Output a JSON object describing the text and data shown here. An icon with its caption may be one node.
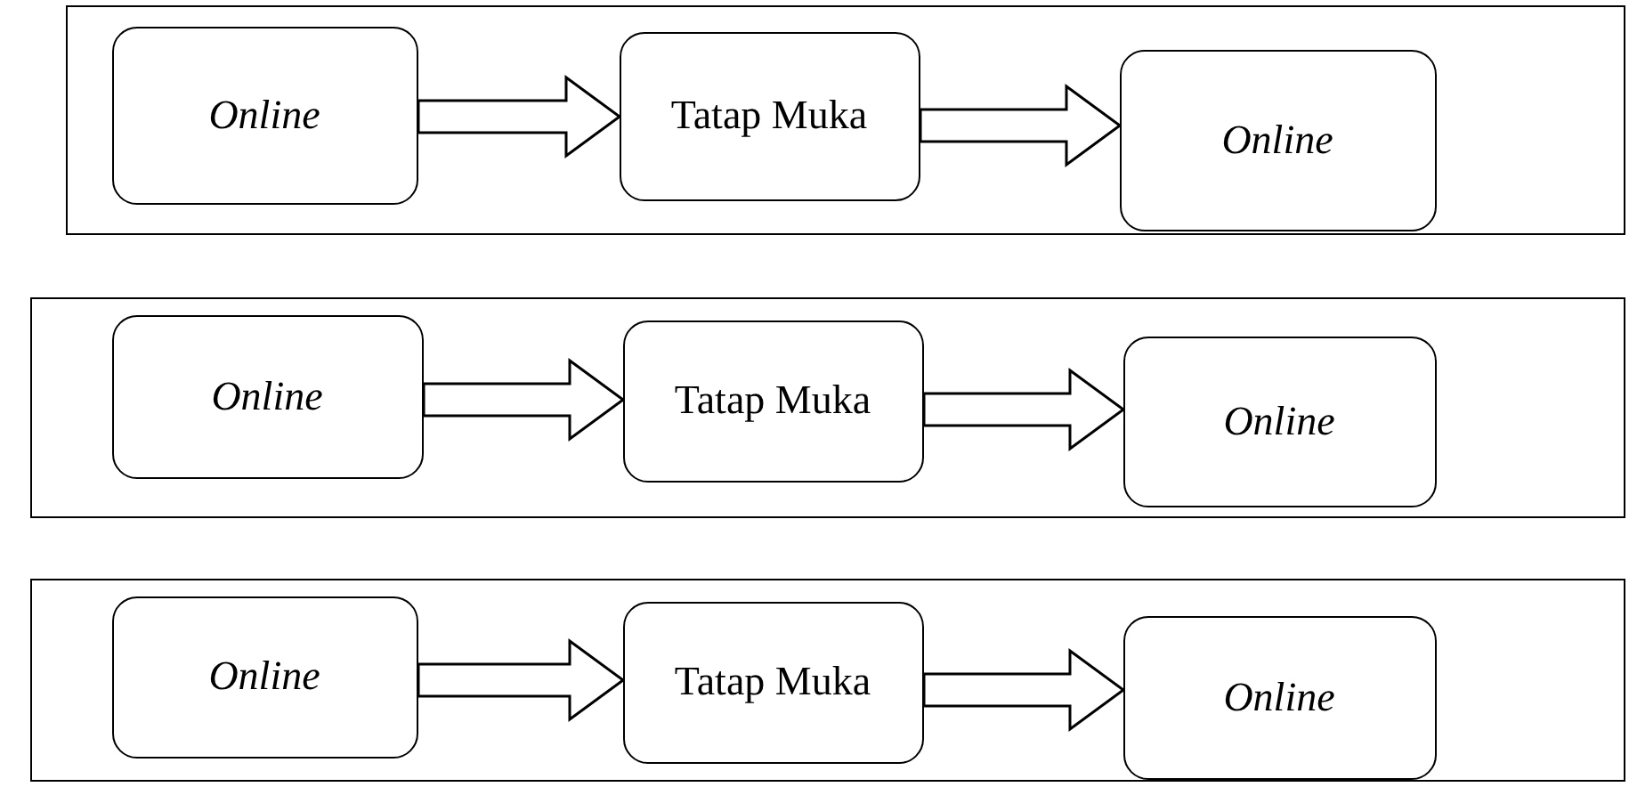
{
  "diagram": {
    "nodes": [
      {
        "text": [],
        "shape": "box"
      },
      {
        "text": [
          "Online"
        ],
        "in": 0
      },
      {
        "text": [
          "Tatap Muka"
        ],
        "in": 0
      },
      {
        "text": [
          "Online"
        ],
        "in": 0
      },
      {
        "text": [],
        "shape": "box"
      },
      {
        "text": [
          "Online"
        ],
        "in": 4
      },
      {
        "text": [
          "Tatap Muka"
        ],
        "in": 4
      },
      {
        "text": [
          "Online"
        ],
        "in": 4
      },
      {
        "text": [],
        "shape": "box"
      },
      {
        "text": [
          "Online"
        ],
        "in": 8
      },
      {
        "text": [
          "Tatap Muka"
        ],
        "in": 8
      },
      {
        "text": [
          "Online"
        ],
        "in": 8
      }
    ],
    "edges": [
      {
        "from": 1,
        "to": 2,
        "arrow": "to"
      },
      {
        "from": 2,
        "to": 3,
        "arrow": "to"
      },
      {
        "from": 5,
        "to": 6,
        "arrow": "to"
      },
      {
        "from": 6,
        "to": 7,
        "arrow": "to"
      },
      {
        "from": 9,
        "to": 10,
        "arrow": "to"
      },
      {
        "from": 10,
        "to": 11,
        "arrow": "to"
      }
    ]
  }
}
